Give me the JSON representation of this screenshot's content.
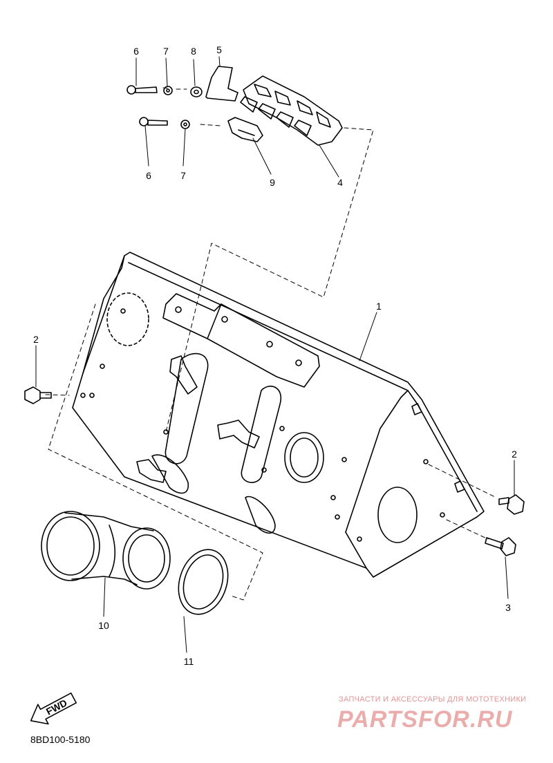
{
  "callouts": {
    "c1": "1",
    "c2a": "2",
    "c2b": "2",
    "c3": "3",
    "c4": "4",
    "c5": "5",
    "c6a": "6",
    "c6b": "6",
    "c7a": "7",
    "c7b": "7",
    "c8": "8",
    "c9": "9",
    "c10": "10",
    "c11": "11"
  },
  "fwd_arrow": "FWD",
  "diagram_code": "8BD100-5180",
  "watermark": {
    "tagline": "ЗАПЧАСТИ И АКСЕССУАРЫ ДЛЯ МОТОТЕХНИКИ",
    "logo": "PARTSFOR.RU"
  }
}
